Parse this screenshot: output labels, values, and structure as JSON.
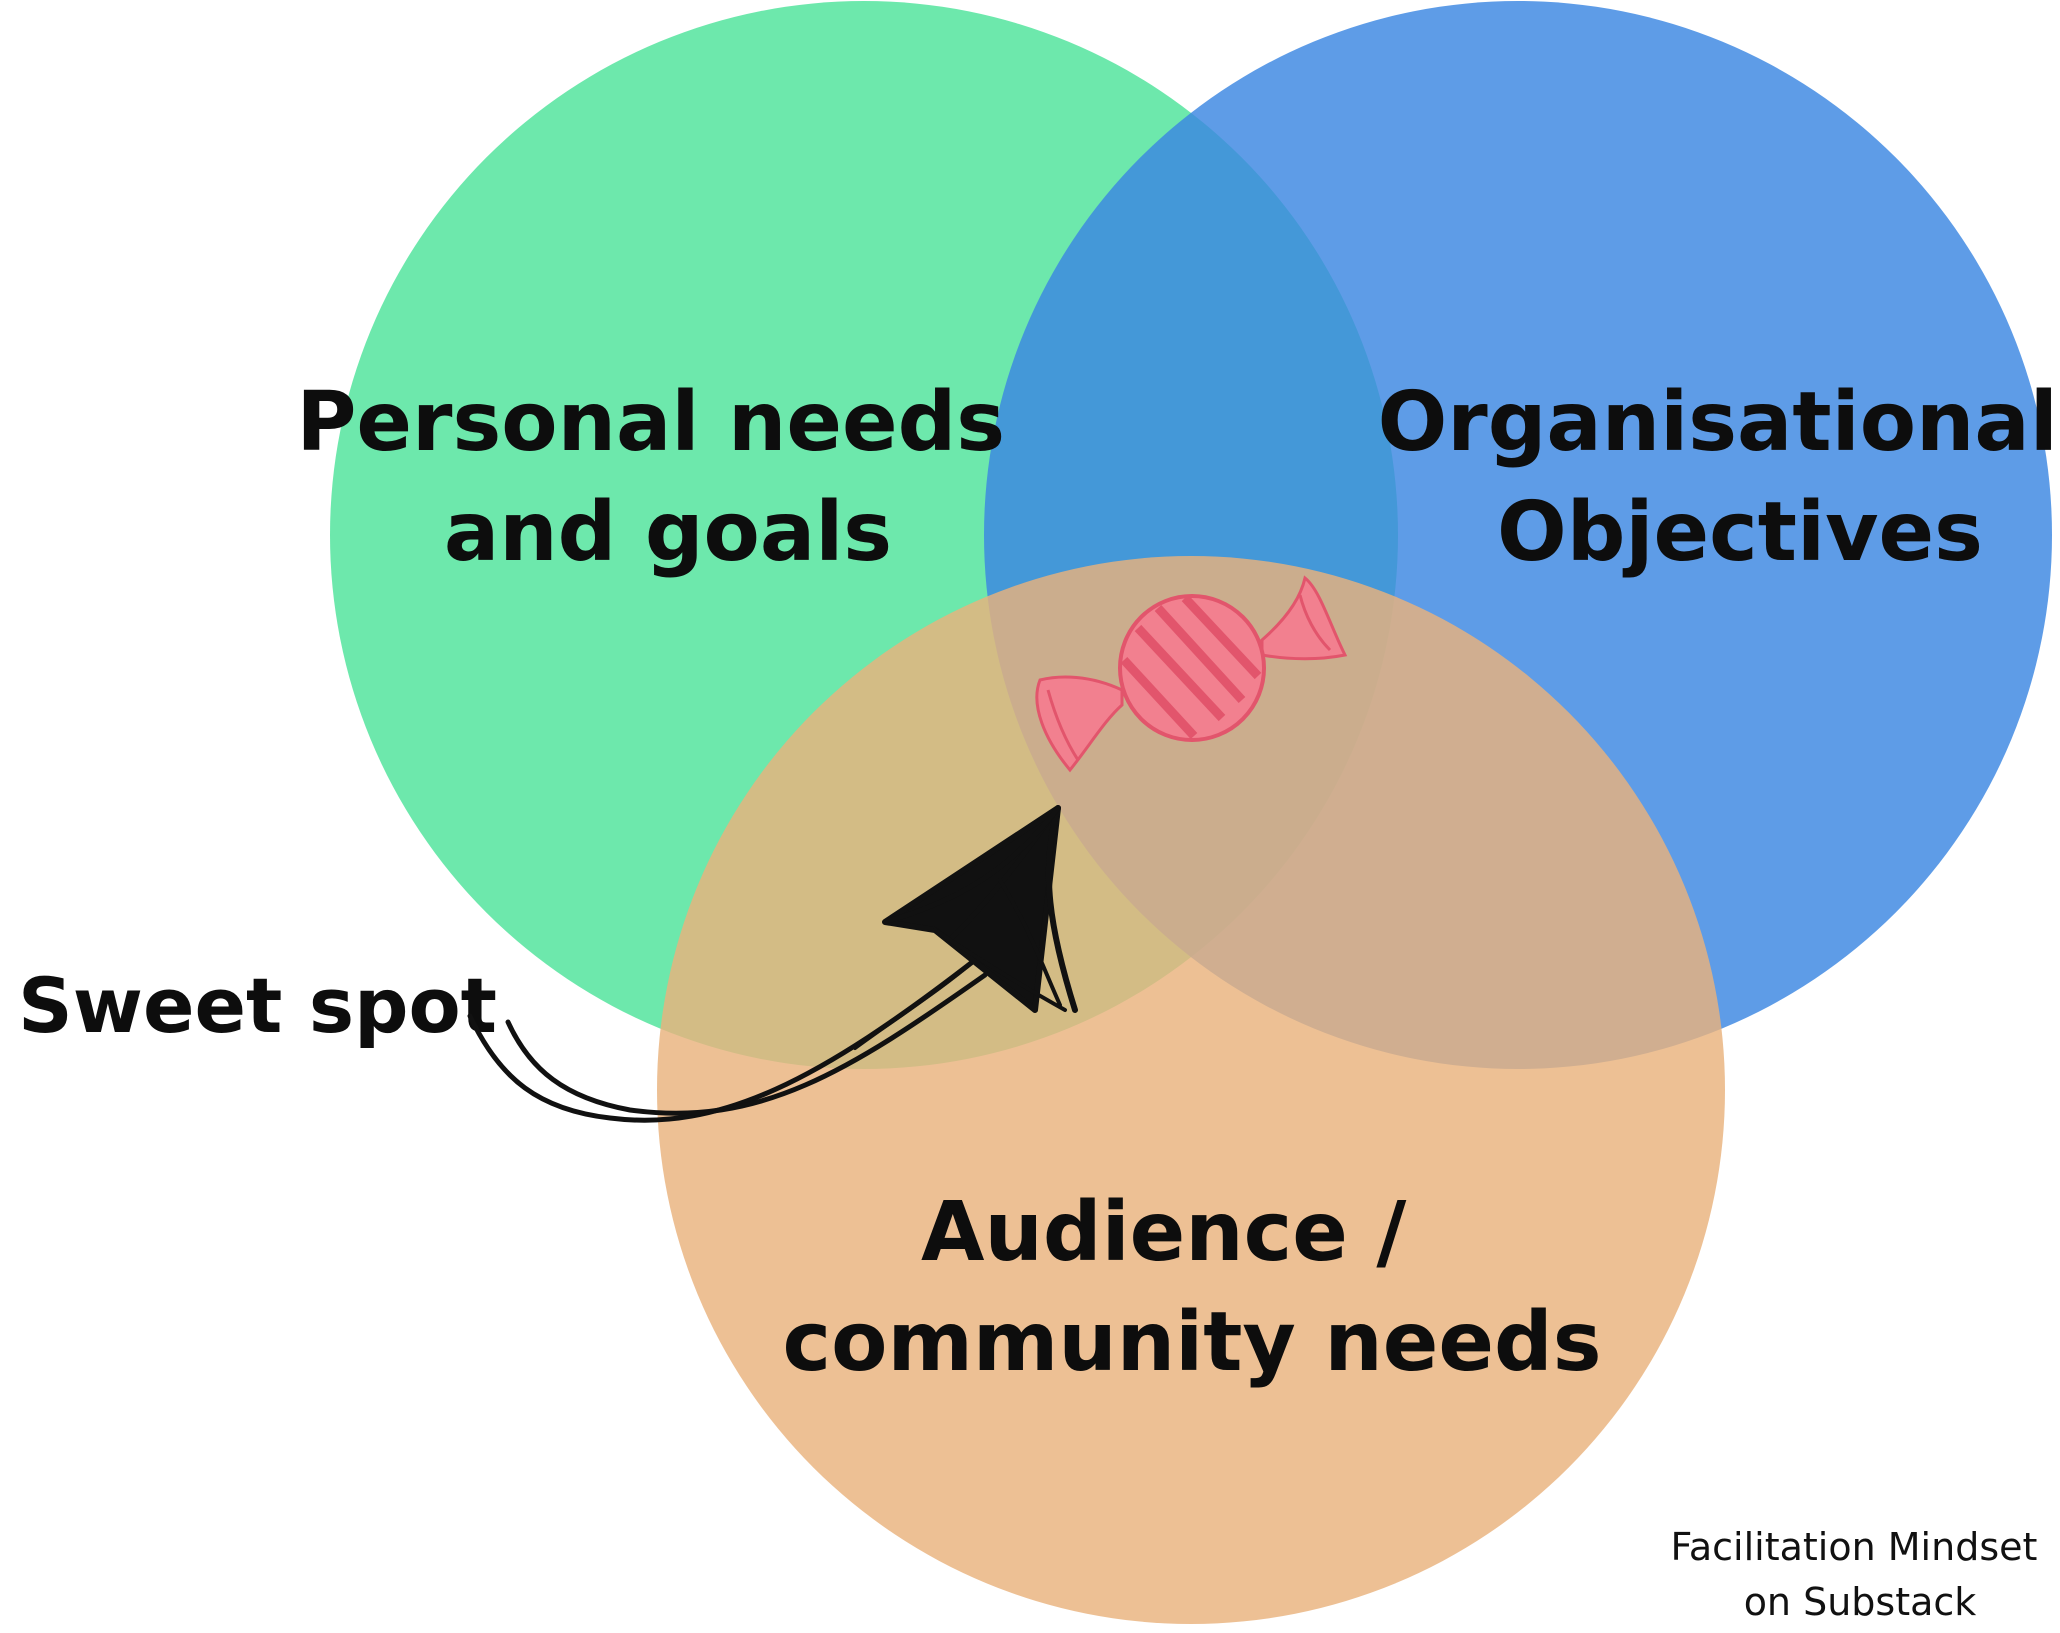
{
  "circles": [
    {
      "id": "personal",
      "color": "#4de39a",
      "label_lines": [
        "Personal needs",
        "and goals"
      ]
    },
    {
      "id": "organisational",
      "color": "#3b86e2",
      "label_lines": [
        "Organisational",
        "Objectives"
      ]
    },
    {
      "id": "audience",
      "color": "#e9b27c",
      "label_lines": [
        "Audience /",
        "community needs"
      ]
    }
  ],
  "callout": {
    "label": "Sweet spot",
    "arrow_color": "#111111"
  },
  "center_icon": {
    "name": "candy-icon",
    "color": "#f2808f"
  },
  "credit": {
    "line1": "Facilitation Mindset",
    "line2": "on Substack"
  }
}
